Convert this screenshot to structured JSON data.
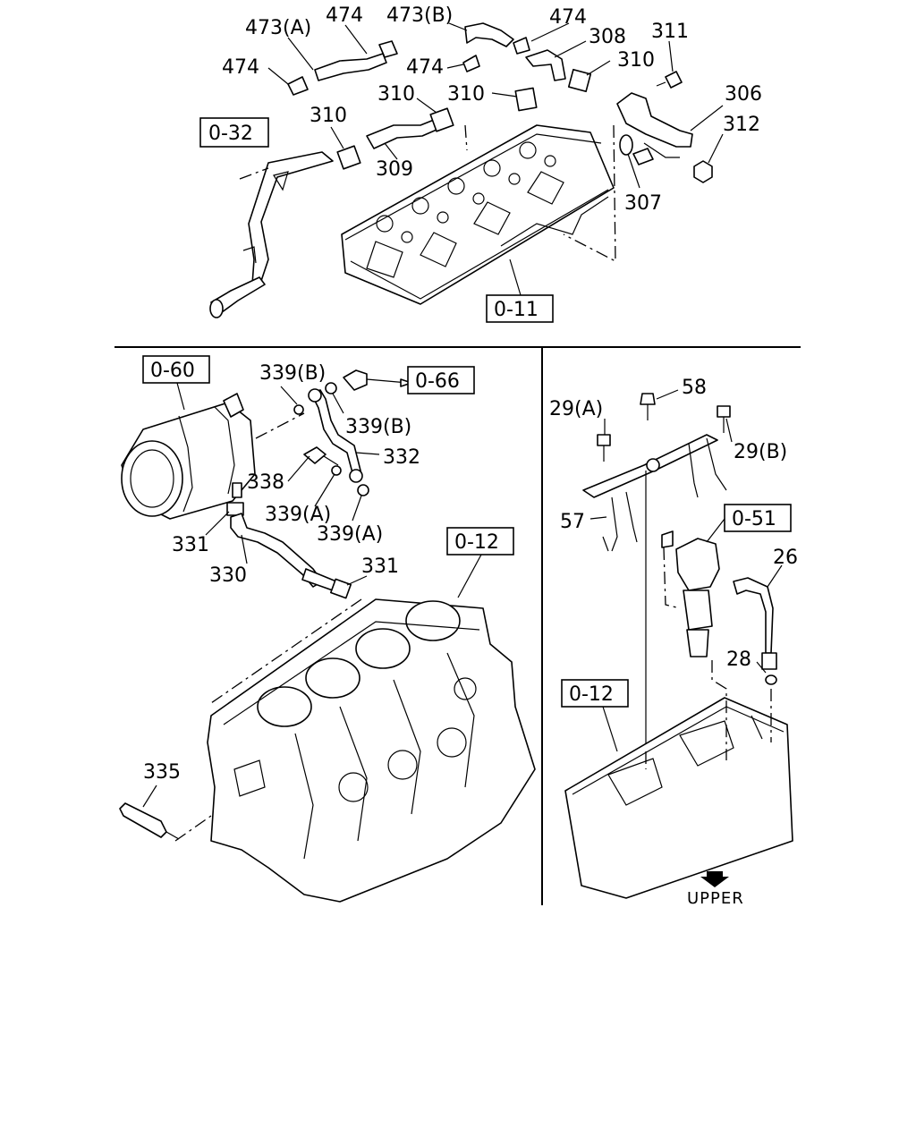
{
  "callouts": {
    "c473a": "473(A)",
    "c474_top": "474",
    "c473b": "473(B)",
    "c474_right": "474",
    "c308": "308",
    "c311": "311",
    "c474_left": "474",
    "c474_mid": "474",
    "c310_right": "310",
    "c310_mid": "310",
    "c310_center": "310",
    "c310_left": "310",
    "c306": "306",
    "c312": "312",
    "c309": "309",
    "c307": "307",
    "c339b_top": "339(B)",
    "c339b_mid": "339(B)",
    "c332": "332",
    "c338": "338",
    "c339a_left": "339(A)",
    "c339a_right": "339(A)",
    "c331_left": "331",
    "c331_right": "331",
    "c330": "330",
    "c335": "335",
    "c58": "58",
    "c29a": "29(A)",
    "c29b": "29(B)",
    "c57": "57",
    "c26": "26",
    "c28": "28"
  },
  "references": {
    "r032": "0-32",
    "r011": "0-11",
    "r060": "0-60",
    "r066": "0-66",
    "r012_block": "0-12",
    "r051": "0-51",
    "r012_lower": "0-12"
  },
  "direction": {
    "upper_label": "UPPER"
  }
}
